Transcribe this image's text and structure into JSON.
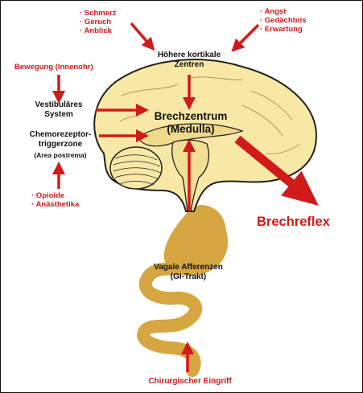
{
  "colors": {
    "accent": "#d11a1a",
    "brain_fill": "#f7e8a6",
    "brain_stroke": "#222222",
    "gut_fill": "#d6a640",
    "text": "#111111"
  },
  "labels": {
    "top_left_list": [
      "· Schmerz",
      "· Geruch",
      "· Anblick"
    ],
    "top_right_list": [
      "· Angst",
      "· Gedächtnis",
      "· Erwartung"
    ],
    "cortical_centers": [
      "Höhere kortikale",
      "Zentren"
    ],
    "motion": "Bewegung (Innenohr)",
    "vestibular": [
      "Vestibuläres",
      "System"
    ],
    "chemoreceptor": [
      "Chemorezeptor-",
      "triggerzone"
    ],
    "area_postrema": "(Area postrema)",
    "drugs_list": [
      "· Opioide",
      "· Anästhetika"
    ],
    "vomiting_center": [
      "Brechzentrum",
      "(Medulla)"
    ],
    "reflex": "Brechreflex",
    "vagal": [
      "Vagale Afferenzen",
      "(GI-Trakt)"
    ],
    "surgery": "Chirurgischer Eingriff"
  }
}
